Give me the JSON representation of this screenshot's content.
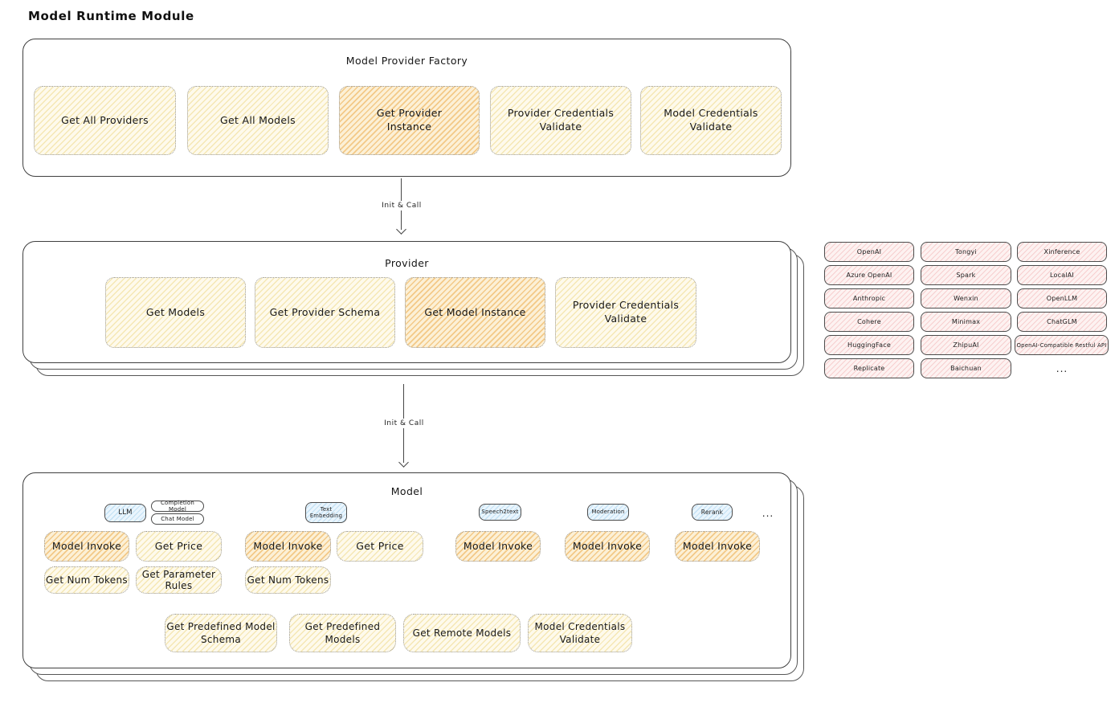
{
  "title": "Model Runtime Module",
  "arrows": {
    "init_call_1": "Init & Call",
    "init_call_2": "Init & Call"
  },
  "colors": {
    "highlight_orange": "#f3c987",
    "yellow": "#f5e7b4",
    "provider_pink": "#f7cfcf",
    "type_blue": "#c3e1f4",
    "outline": "#3f3f3f"
  },
  "factory": {
    "title": "Model Provider Factory",
    "boxes": [
      {
        "label": "Get All Providers",
        "highlight": false
      },
      {
        "label": "Get All Models",
        "highlight": false
      },
      {
        "label": "Get Provider\nInstance",
        "highlight": true
      },
      {
        "label": "Provider Credentials\nValidate",
        "highlight": false
      },
      {
        "label": "Model Credentials\nValidate",
        "highlight": false
      }
    ]
  },
  "provider": {
    "title": "Provider",
    "boxes": [
      {
        "label": "Get Models",
        "highlight": false
      },
      {
        "label": "Get Provider Schema",
        "highlight": false
      },
      {
        "label": "Get Model Instance",
        "highlight": true
      },
      {
        "label": "Provider Credentials\nValidate",
        "highlight": false
      }
    ]
  },
  "providers_list": {
    "rows": [
      [
        "OpenAI",
        "Tongyi",
        "Xinference"
      ],
      [
        "Azure OpenAI",
        "Spark",
        "LocalAI"
      ],
      [
        "Anthropic",
        "Wenxin",
        "OpenLLM"
      ],
      [
        "Cohere",
        "Minimax",
        "ChatGLM"
      ],
      [
        "HuggingFace",
        "ZhipuAI",
        "OpenAI-Compatible Restful API"
      ],
      [
        "Replicate",
        "Baichuan"
      ]
    ],
    "more": "..."
  },
  "model": {
    "title": "Model",
    "tags": {
      "llm": "LLM",
      "completion_model": "Completion Model",
      "chat_model": "Chat Model",
      "text_embedding": "Text\nEmbedding",
      "speech2text": "Speech2text",
      "moderation": "Moderation",
      "rerank": "Rerank",
      "more": "..."
    },
    "ops": {
      "model_invoke": "Model Invoke",
      "get_price": "Get Price",
      "get_num_tokens": "Get Num Tokens",
      "get_parameter_rules": "Get Parameter\nRules"
    },
    "common": [
      {
        "label": "Get Predefined Model\nSchema"
      },
      {
        "label": "Get Predefined\nModels"
      },
      {
        "label": "Get Remote Models"
      },
      {
        "label": "Model Credentials\nValidate"
      }
    ]
  }
}
